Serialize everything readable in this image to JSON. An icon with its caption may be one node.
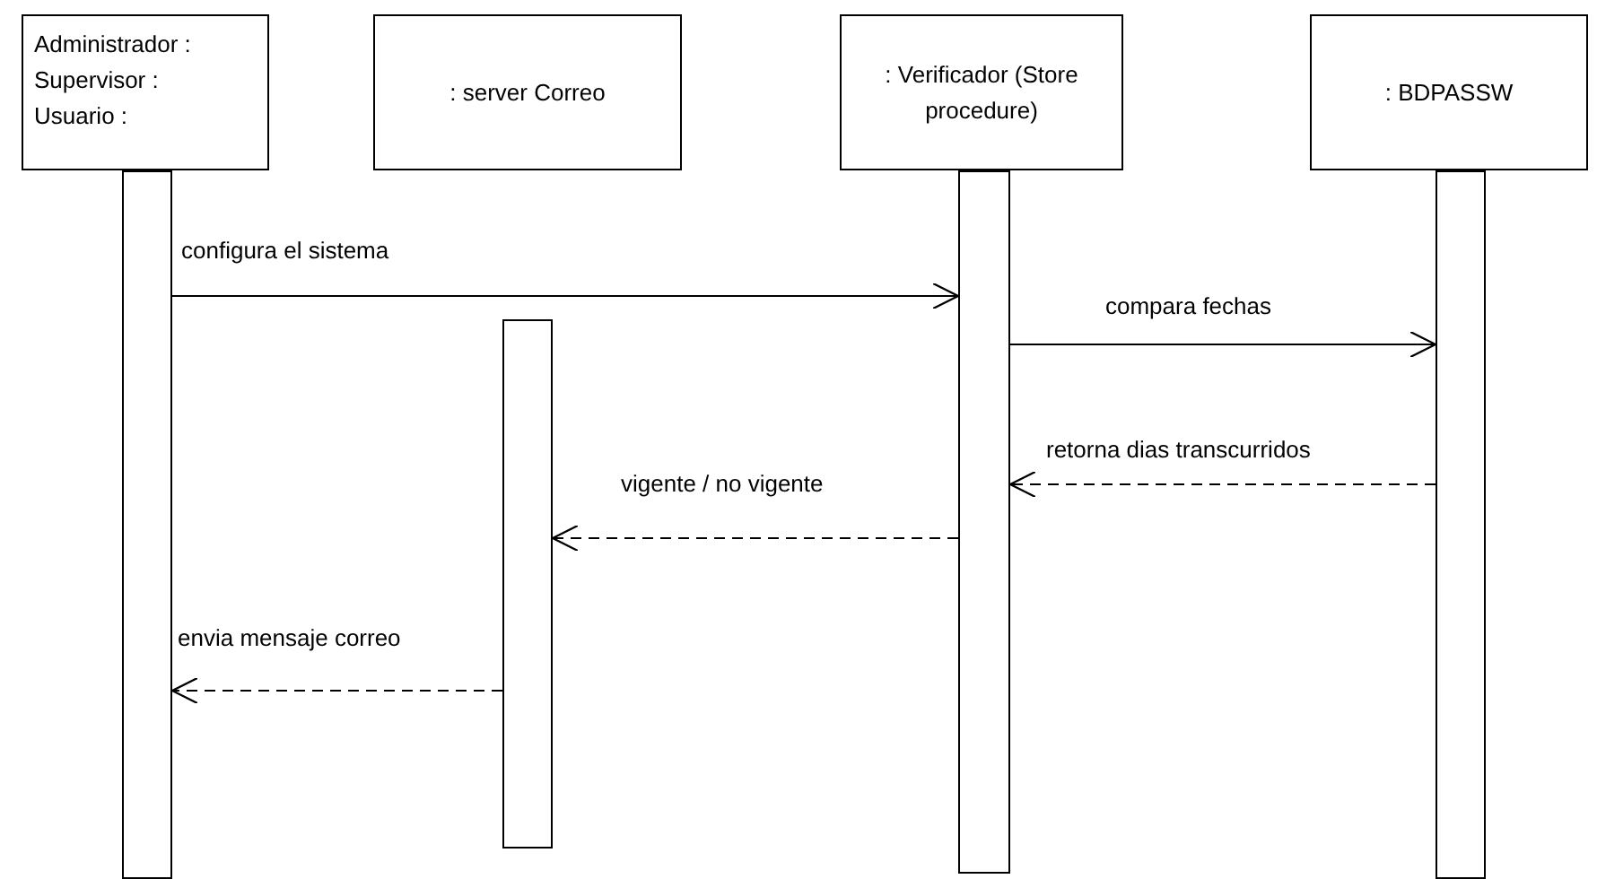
{
  "diagram": {
    "nodes": [
      {
        "text": [
          "Administrador :",
          "Supervisor :",
          "Usuario :"
        ]
      },
      {
        "text": [
          ": server Correo"
        ]
      },
      {
        "text": [
          ": Verificador (Store procedure)"
        ]
      },
      {
        "text": [
          ": BDPASSW"
        ]
      },
      {
        "text": [],
        "shape": "bar"
      },
      {
        "text": [],
        "shape": "bar"
      },
      {
        "text": [],
        "shape": "bar"
      },
      {
        "text": [],
        "shape": "bar"
      }
    ],
    "edges": [
      {
        "from": 4,
        "to": 6,
        "arrow": "to",
        "label": "configura el sistema"
      },
      {
        "from": 6,
        "to": 7,
        "arrow": "to",
        "label": "compara fechas"
      },
      {
        "from": 7,
        "to": 6,
        "arrow": "to",
        "label": "retorna dias transcurridos",
        "style": "dashed"
      },
      {
        "from": 6,
        "to": 5,
        "arrow": "to",
        "label": "vigente / no vigente",
        "style": "dashed"
      },
      {
        "from": 5,
        "to": 4,
        "arrow": "to",
        "label": "envia mensaje correo",
        "style": "dashed"
      }
    ]
  }
}
